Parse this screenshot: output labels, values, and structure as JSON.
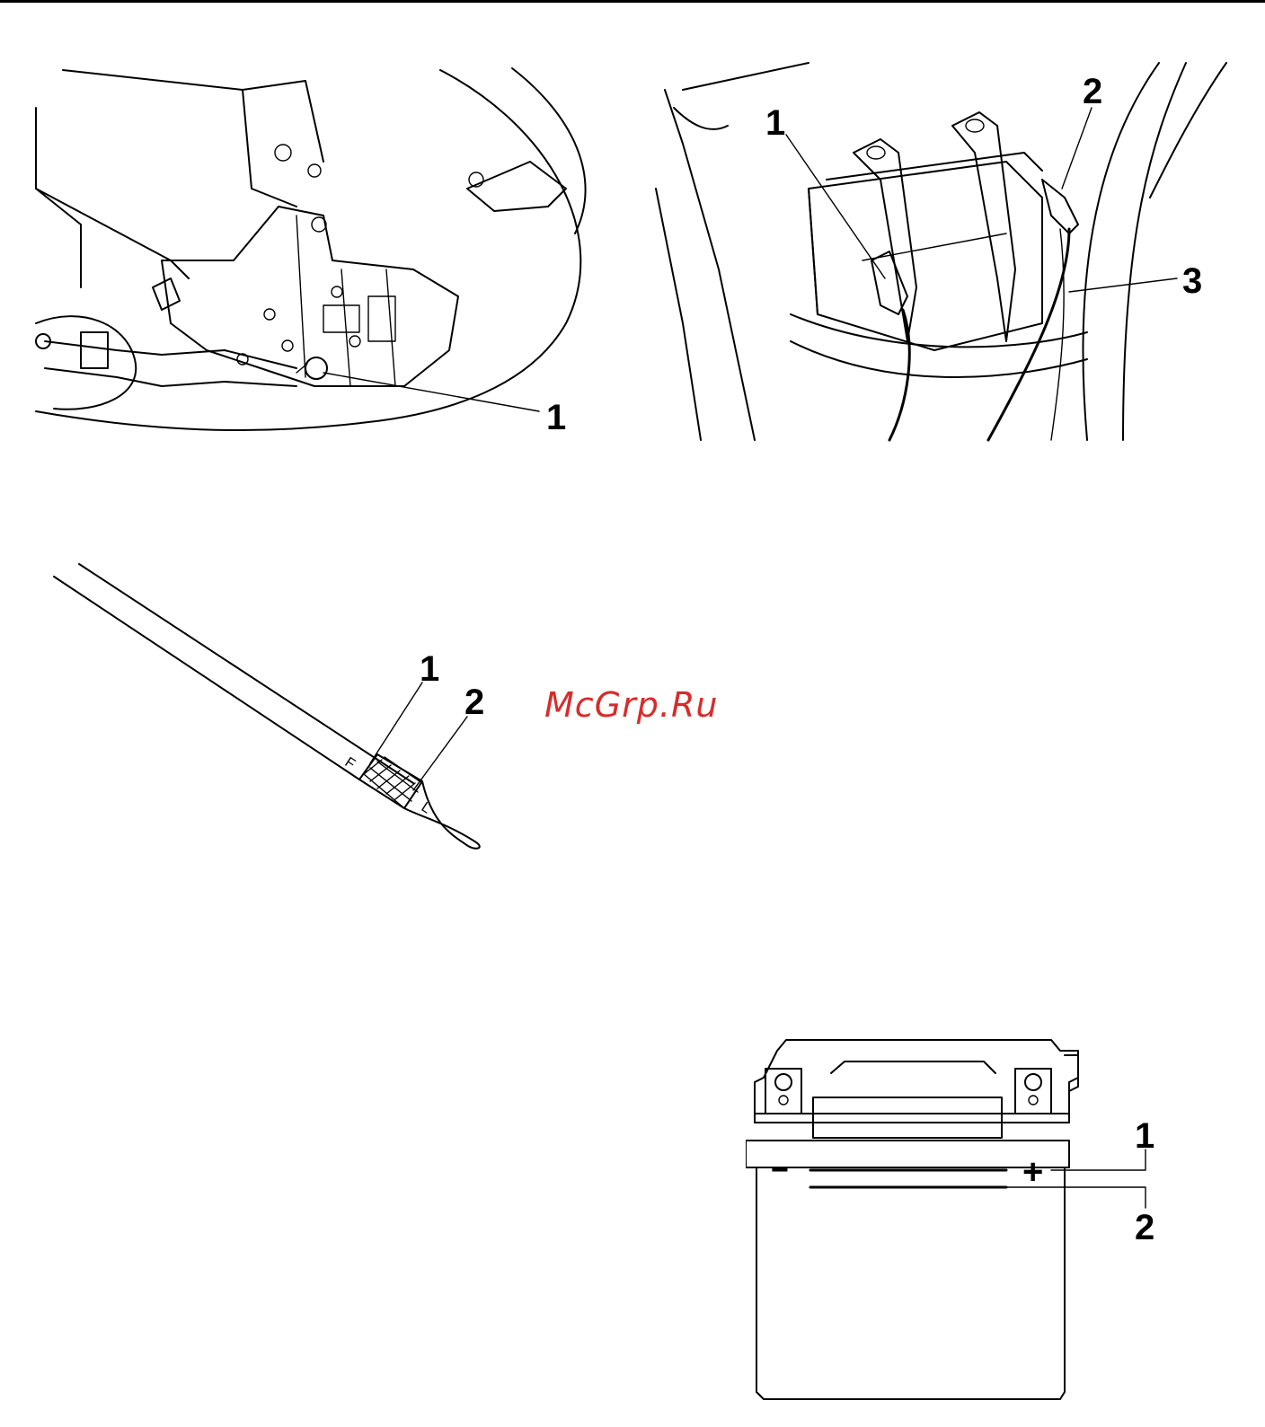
{
  "watermark": "McGrp.Ru",
  "figures": {
    "engine_drain": {
      "callouts": [
        "1"
      ]
    },
    "battery_installed": {
      "callouts": [
        "1",
        "2",
        "3"
      ]
    },
    "dipstick": {
      "callouts": [
        "1",
        "2"
      ],
      "marks": [
        "F",
        "L"
      ]
    },
    "battery_diagram": {
      "callouts": [
        "1",
        "2"
      ],
      "terminals": {
        "negative": "−",
        "positive": "+"
      }
    }
  }
}
